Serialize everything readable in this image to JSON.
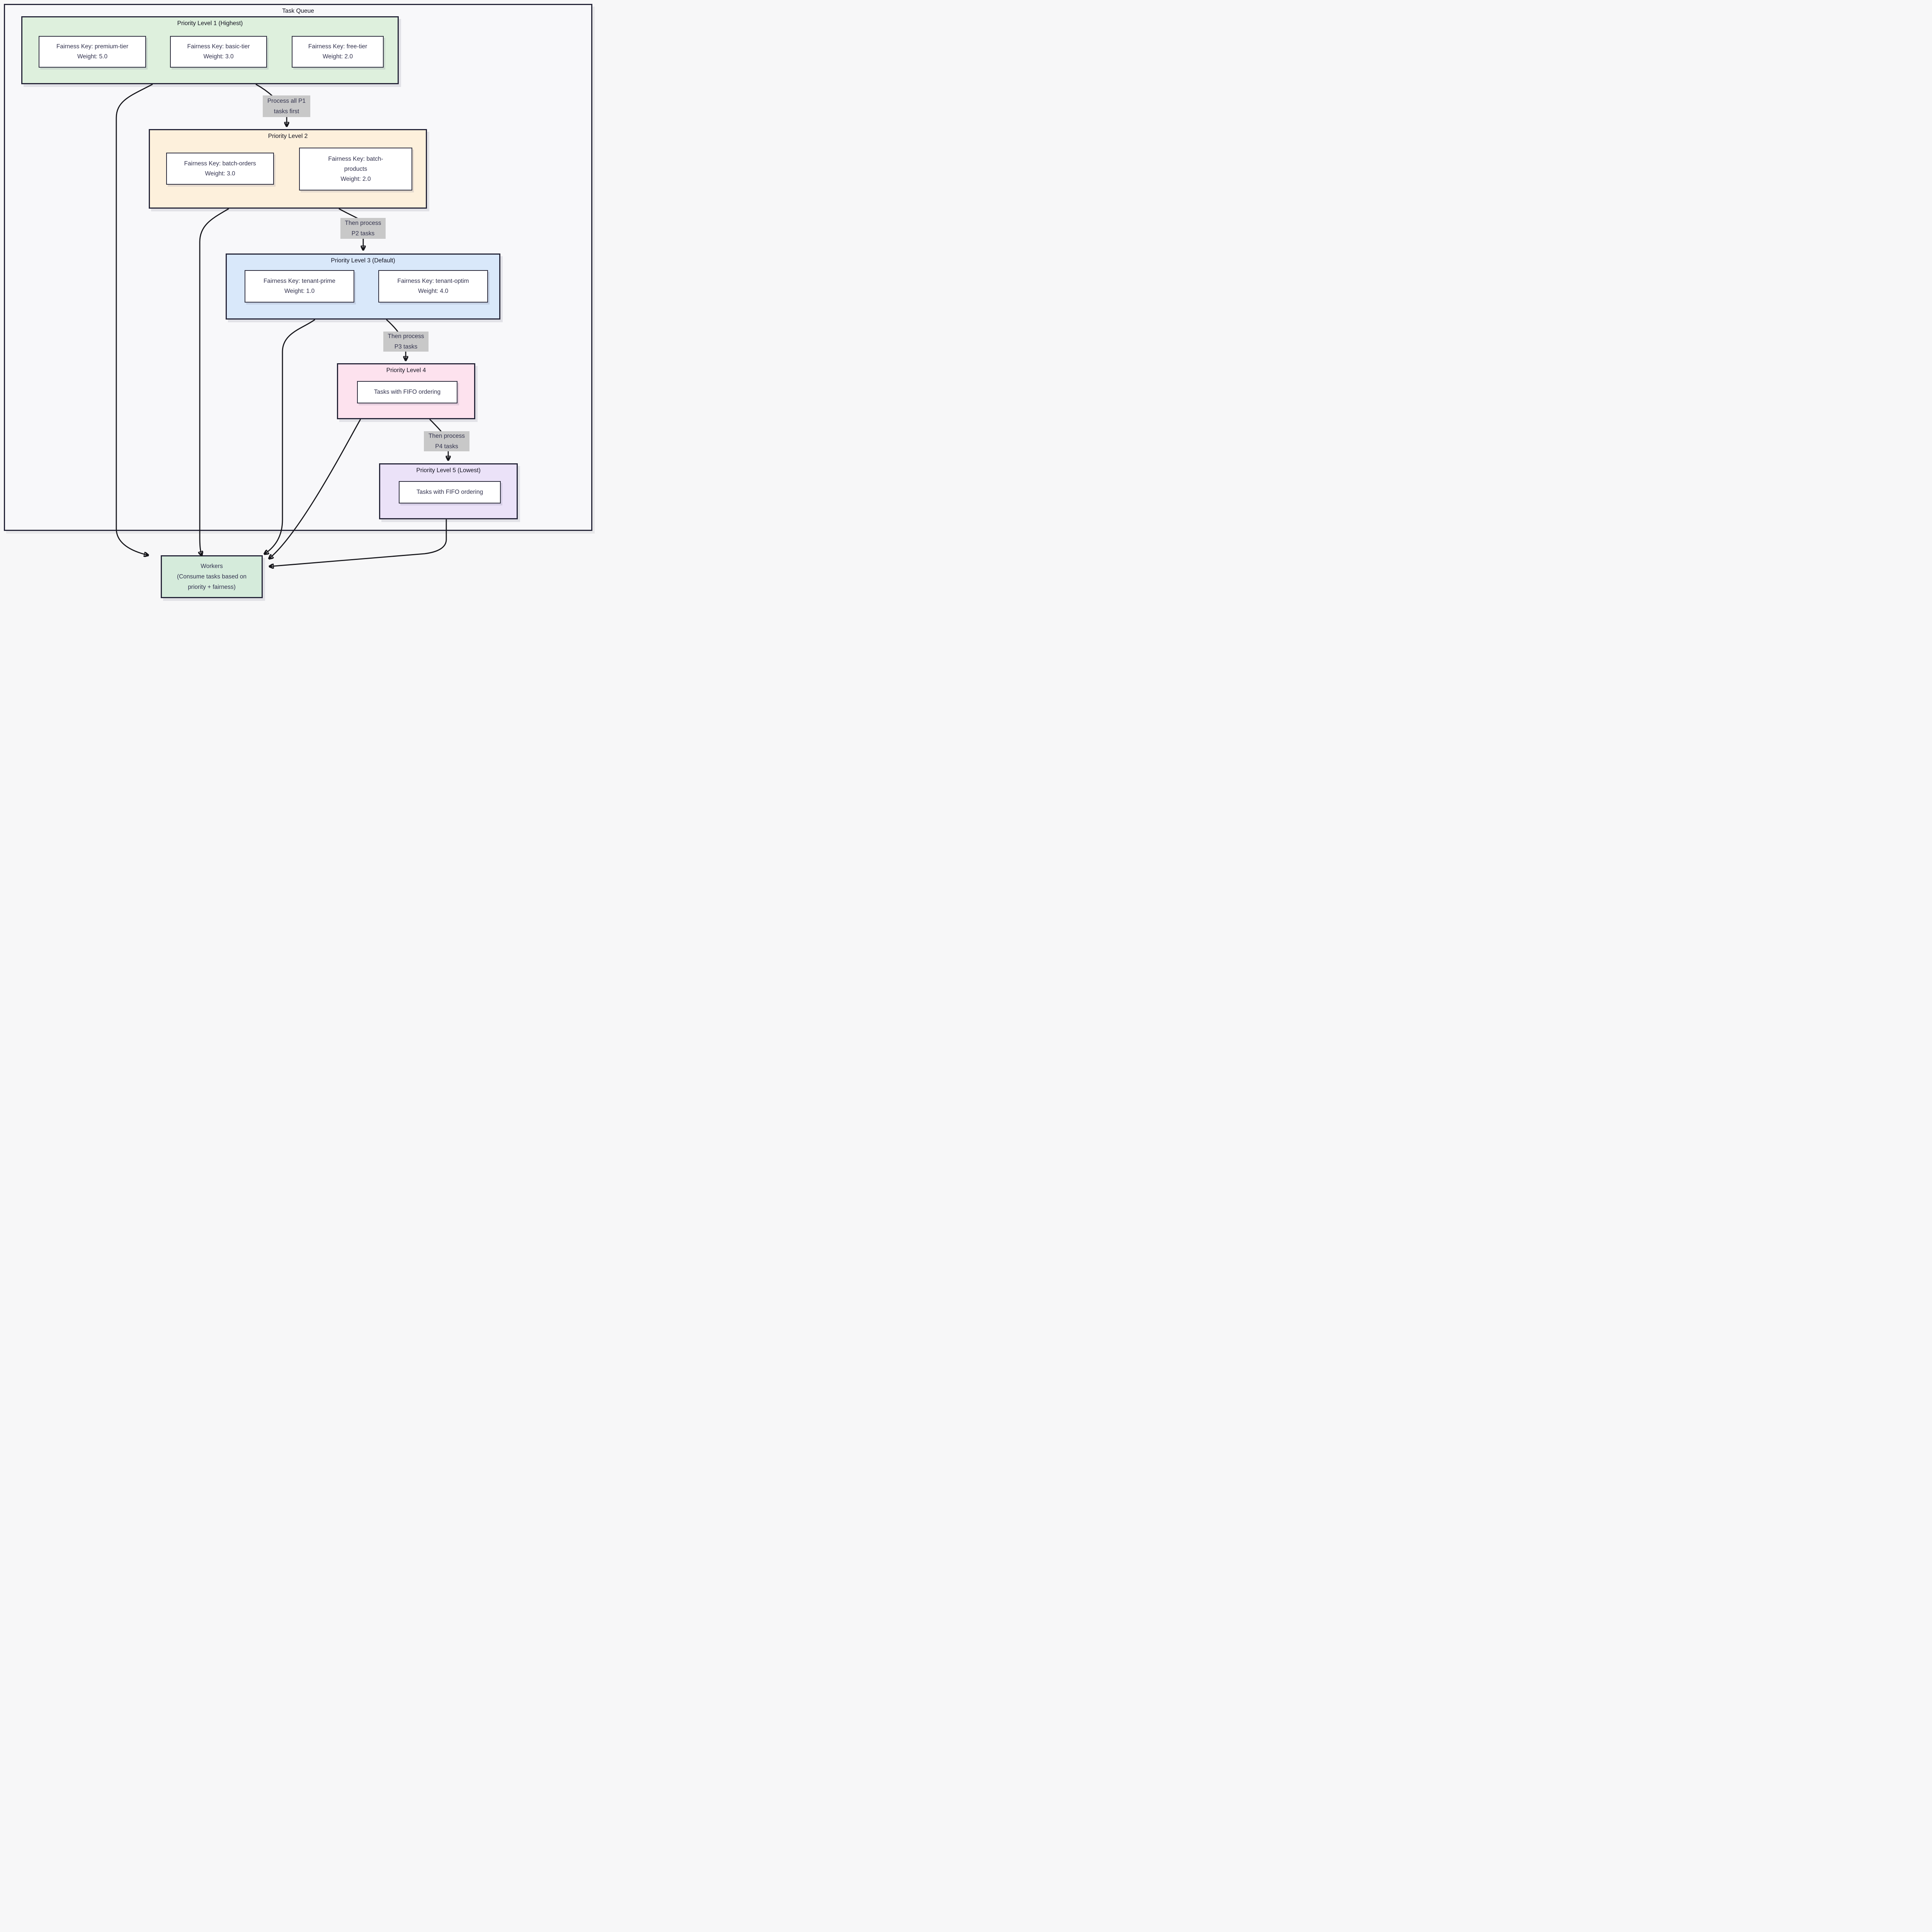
{
  "diagram": {
    "container_title": "Task Queue",
    "clusters": [
      {
        "id": "p1",
        "title": "Priority Level 1 (Highest)",
        "fill": "#def0dd",
        "nodes": [
          {
            "lines": [
              "Fairness Key: premium-tier",
              "Weight: 5.0"
            ]
          },
          {
            "lines": [
              "Fairness Key: basic-tier",
              "Weight: 3.0"
            ]
          },
          {
            "lines": [
              "Fairness Key: free-tier",
              "Weight: 2.0"
            ]
          }
        ]
      },
      {
        "id": "p2",
        "title": "Priority Level 2",
        "fill": "#fdf0dc",
        "nodes": [
          {
            "lines": [
              "Fairness Key: batch-orders",
              "Weight: 3.0"
            ]
          },
          {
            "lines": [
              "Fairness Key: batch-",
              "products",
              "Weight: 2.0"
            ]
          }
        ]
      },
      {
        "id": "p3",
        "title": "Priority Level 3 (Default)",
        "fill": "#d9e8fa",
        "nodes": [
          {
            "lines": [
              "Fairness Key: tenant-prime",
              "Weight: 1.0"
            ]
          },
          {
            "lines": [
              "Fairness Key: tenant-optim",
              "Weight: 4.0"
            ]
          }
        ]
      },
      {
        "id": "p4",
        "title": "Priority Level 4",
        "fill": "#fde2ee",
        "nodes": [
          {
            "lines": [
              "Tasks with FIFO ordering"
            ]
          }
        ]
      },
      {
        "id": "p5",
        "title": "Priority Level 5 (Lowest)",
        "fill": "#ebe2f8",
        "nodes": [
          {
            "lines": [
              "Tasks with FIFO ordering"
            ]
          }
        ]
      }
    ],
    "edge_labels": [
      {
        "lines": [
          "Process all P1",
          "tasks first"
        ]
      },
      {
        "lines": [
          "Then process",
          "P2 tasks"
        ]
      },
      {
        "lines": [
          "Then process",
          "P3 tasks"
        ]
      },
      {
        "lines": [
          "Then process",
          "P4 tasks"
        ]
      }
    ],
    "workers": {
      "lines": [
        "Workers",
        "(Consume tasks based on",
        "priority + fairness)"
      ],
      "fill": "#d5ebdb"
    },
    "colors": {
      "page_background": "#f7f7f8",
      "container_fill": "#f8f8fa",
      "border": "#262639",
      "node_border": "#2e2e3e",
      "edge_stroke": "#15151a",
      "edge_label_bg": "#c8c8c8",
      "node_text": "#32324e",
      "title_text": "#131320"
    }
  }
}
